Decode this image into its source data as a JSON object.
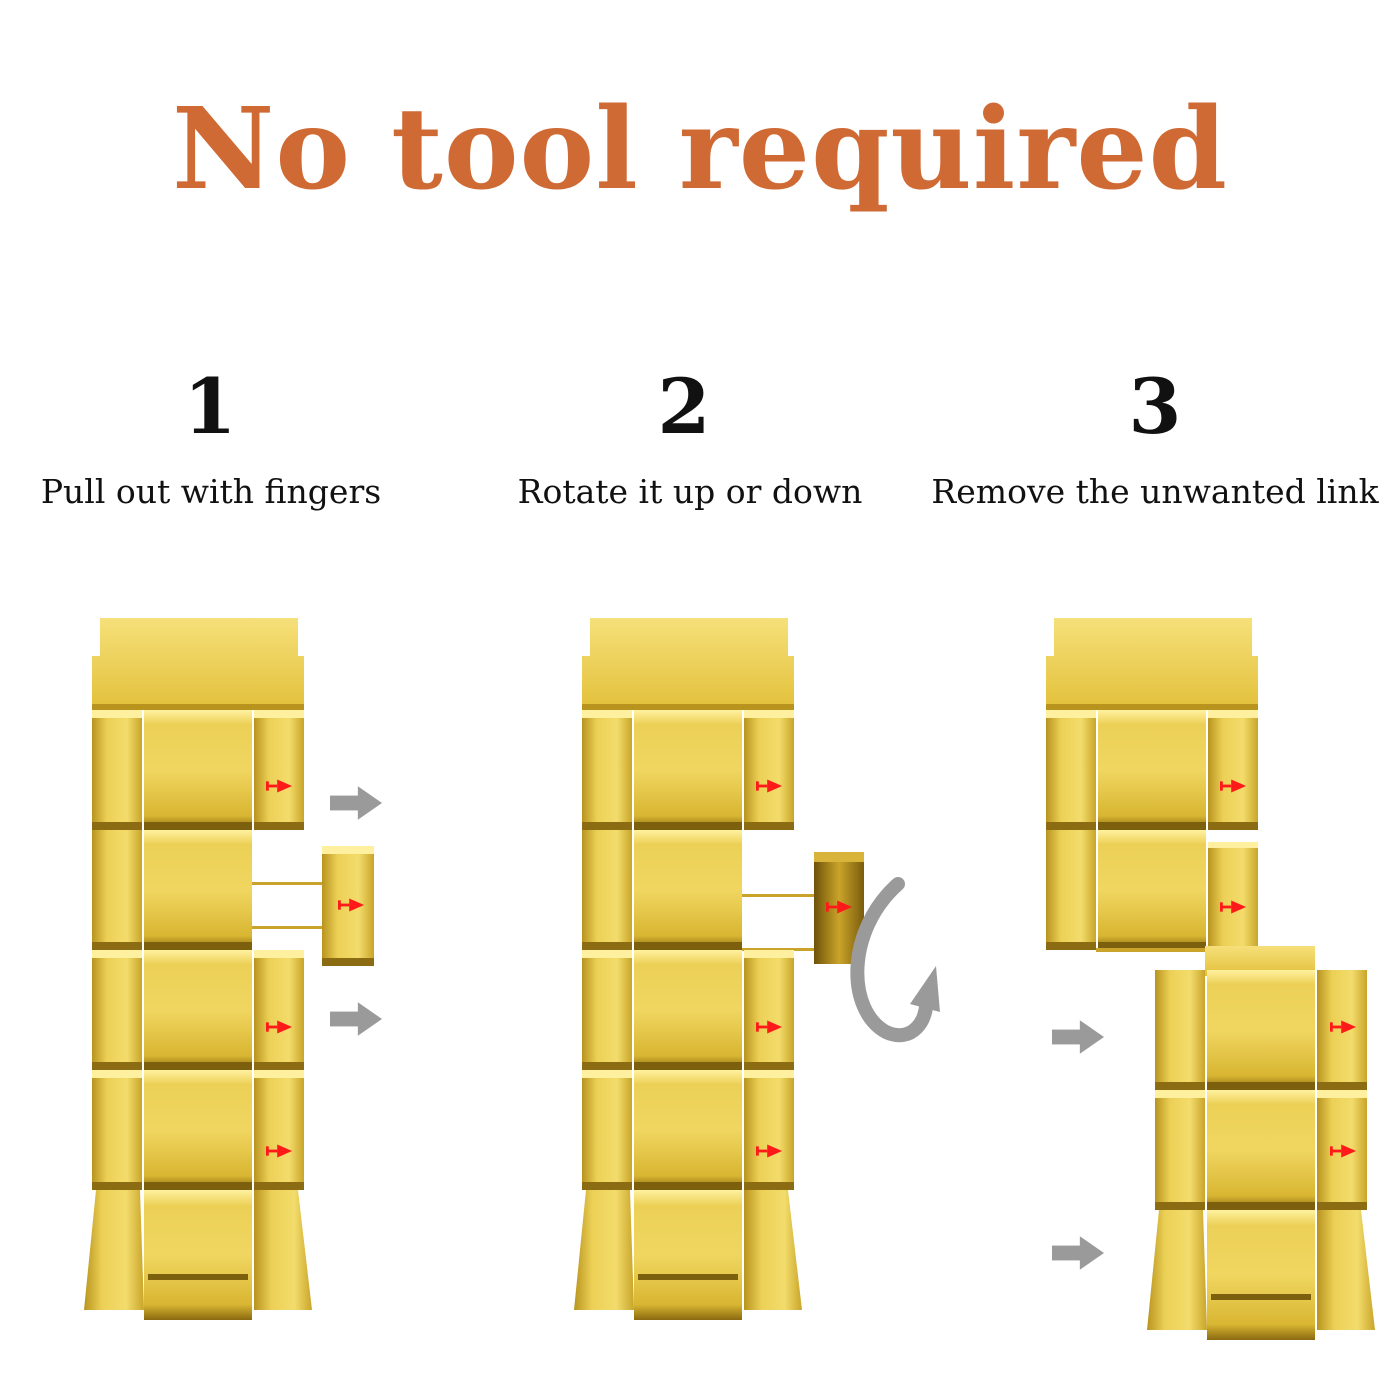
{
  "title": "No tool required",
  "colors": {
    "title": "#d06a35",
    "gold_light": "#f3dc6c",
    "gold_mid": "#e2c03a",
    "gold_dark": "#9c7a12",
    "pin_marker": "#ff1a1a",
    "arrow_gray": "#9a9a9a"
  },
  "steps": [
    {
      "number": "1",
      "text": "Pull out with fingers"
    },
    {
      "number": "2",
      "text": "Rotate it up or down"
    },
    {
      "number": "3",
      "text": "Remove the unwanted link"
    }
  ],
  "icons": [
    "right-arrow-icon",
    "rotate-arrow-icon",
    "pin-marker-icon"
  ]
}
